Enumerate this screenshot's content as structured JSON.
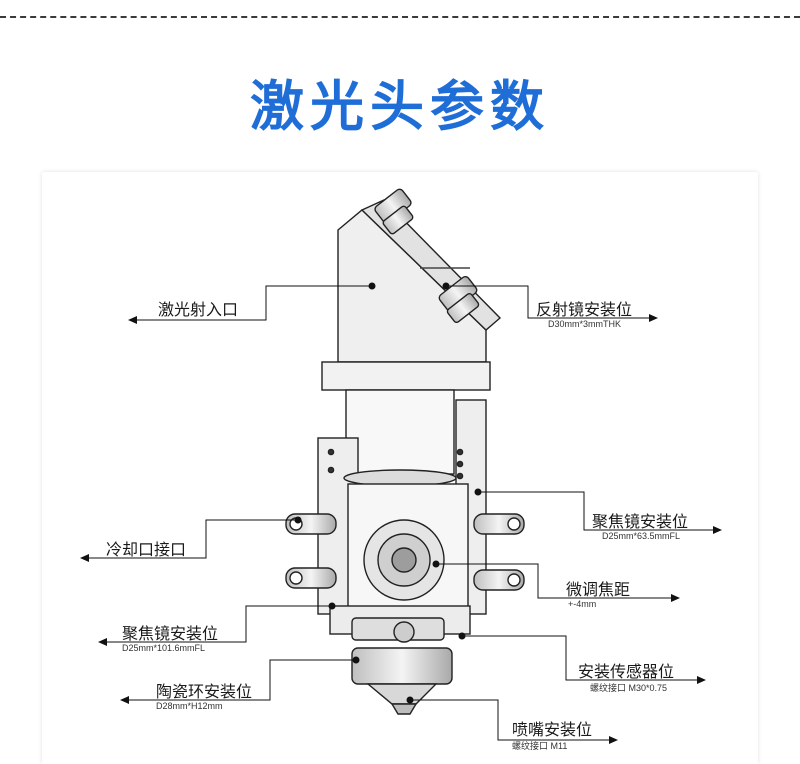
{
  "title": "激光头参数",
  "labels": {
    "inlet": {
      "name": "激光射入口"
    },
    "mirror": {
      "name": "反射镜安装位",
      "spec": "D30mm*3mmTHK"
    },
    "focus_top": {
      "name": "聚焦镜安装位",
      "spec": "D25mm*63.5mmFL"
    },
    "cooling": {
      "name": "冷却口接口"
    },
    "micro": {
      "name": "微调焦距",
      "spec": "+-4mm"
    },
    "focus_low": {
      "name": "聚焦镜安装位",
      "spec": "D25mm*101.6mmFL"
    },
    "sensor": {
      "name": "安装传感器位",
      "spec": "螺纹接口 M30*0.75"
    },
    "ceramic": {
      "name": "陶瓷环安装位",
      "spec": "D28mm*H12mm"
    },
    "nozzle": {
      "name": "喷嘴安装位",
      "spec": "螺纹接口 M11"
    }
  }
}
